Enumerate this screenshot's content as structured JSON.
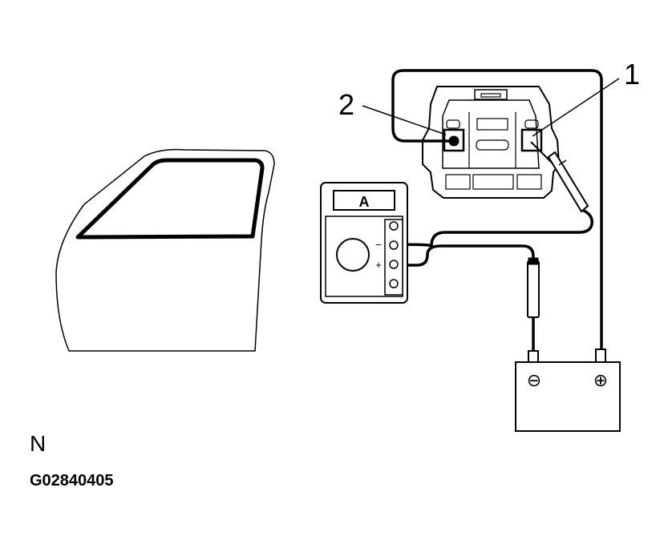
{
  "callouts": {
    "one": "1",
    "two": "2"
  },
  "meter": {
    "display": "A",
    "minus_sign": "−",
    "plus_sign": "+"
  },
  "battery": {
    "negative_symbol": "⊖",
    "positive_symbol": "⊕"
  },
  "orientation_label": "N",
  "figure_code": "G02840405"
}
